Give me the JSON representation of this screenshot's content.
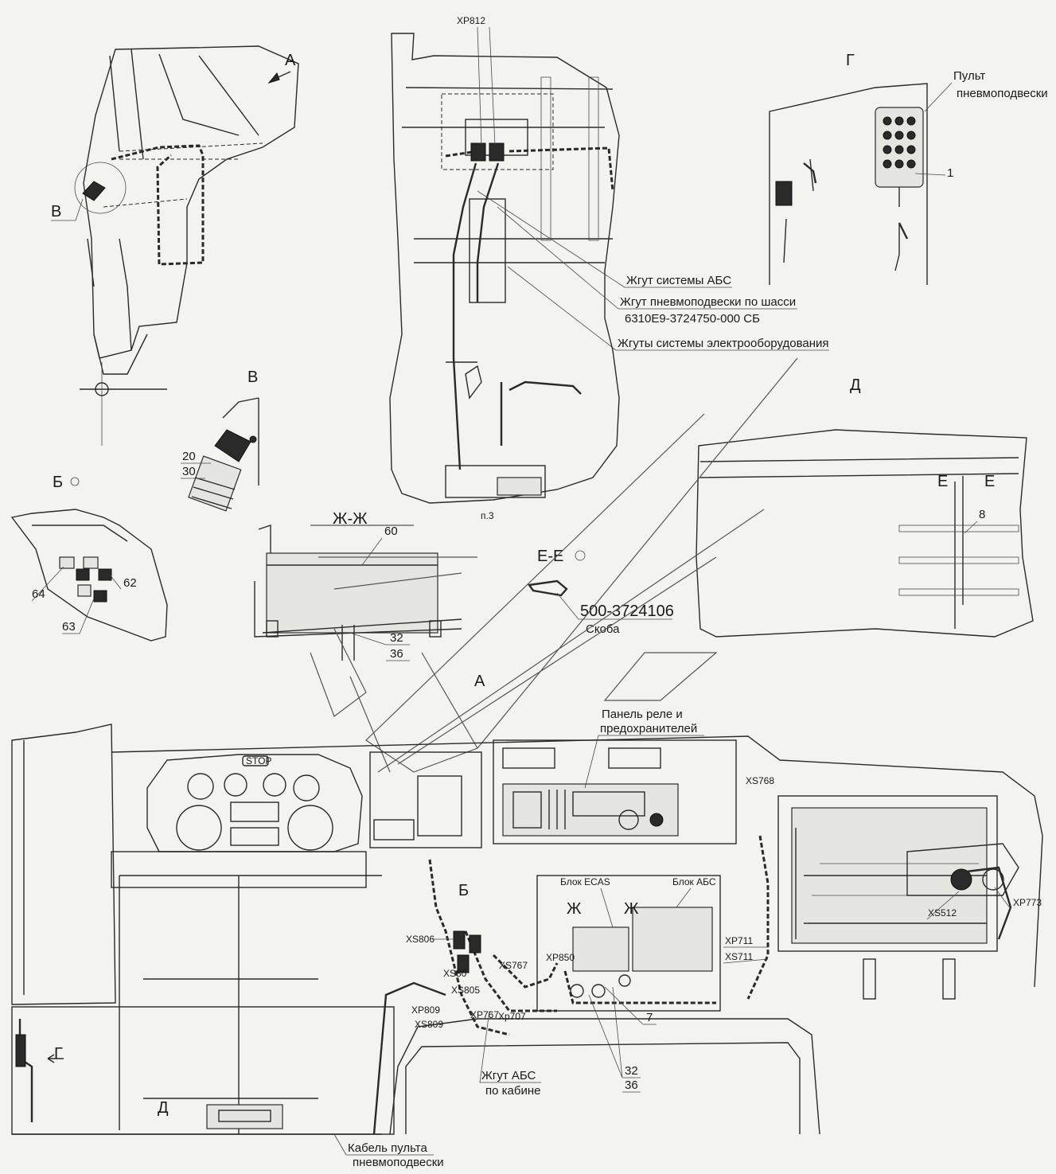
{
  "views": {
    "view_a": "А",
    "view_v": "В",
    "view_g": "Г",
    "view_d": "Д",
    "view_b": "Б",
    "section_zh": "Ж-Ж",
    "section_e": "Е-Е",
    "a_bottom": "А",
    "b_small": "Б",
    "d_small": "Д",
    "zh_left": "Ж",
    "zh_right": "Ж",
    "e_left": "Е",
    "e_right": "Е",
    "g_arrow": "Г"
  },
  "labels": {
    "xp812": "ХР812",
    "pult_line1": "Пульт",
    "pult_line2": "пневмоподвески",
    "harness_abs": "Жгут системы АБС",
    "harness_pneumo": "Жгут пневмоподвески по шасси",
    "harness_pneumo_code": "6310Е9-3724750-000 СБ",
    "harness_electro": "Жгуты системы электрооборудования",
    "p3": "п.3",
    "bracket_code": "500-3724106",
    "bracket_name": "Скоба",
    "relay_panel_1": "Панель реле и",
    "relay_panel_2": "предохранителей",
    "ecas_block": "Блок ECAS",
    "abs_block": "Блок АБС",
    "abs_cab_1": "Жгут АБС",
    "abs_cab_2": "по кабине",
    "cable_1": "Кабель пульта",
    "cable_2": "пневмоподвески",
    "stop": "STOP"
  },
  "connectors": {
    "xs768": "XS768",
    "xp773": "XP773",
    "xs512": "XS512",
    "xp711": "XP711",
    "xs711": "XS711",
    "xs806": "XS806",
    "xs80a": "XS80",
    "xs805": "XS805",
    "xs767": "XS767",
    "xp850": "XP850",
    "xp809": "XP809",
    "xs809": "XS809",
    "xp767": "XP767",
    "xp707": "Xp707"
  },
  "positions": {
    "n1": "1",
    "n8": "8",
    "n20": "20",
    "n30": "30",
    "n60": "60",
    "n62": "62",
    "n63": "63",
    "n64": "64",
    "n32a": "32",
    "n36a": "36",
    "n7": "7",
    "n32b": "32",
    "n36b": "36"
  }
}
